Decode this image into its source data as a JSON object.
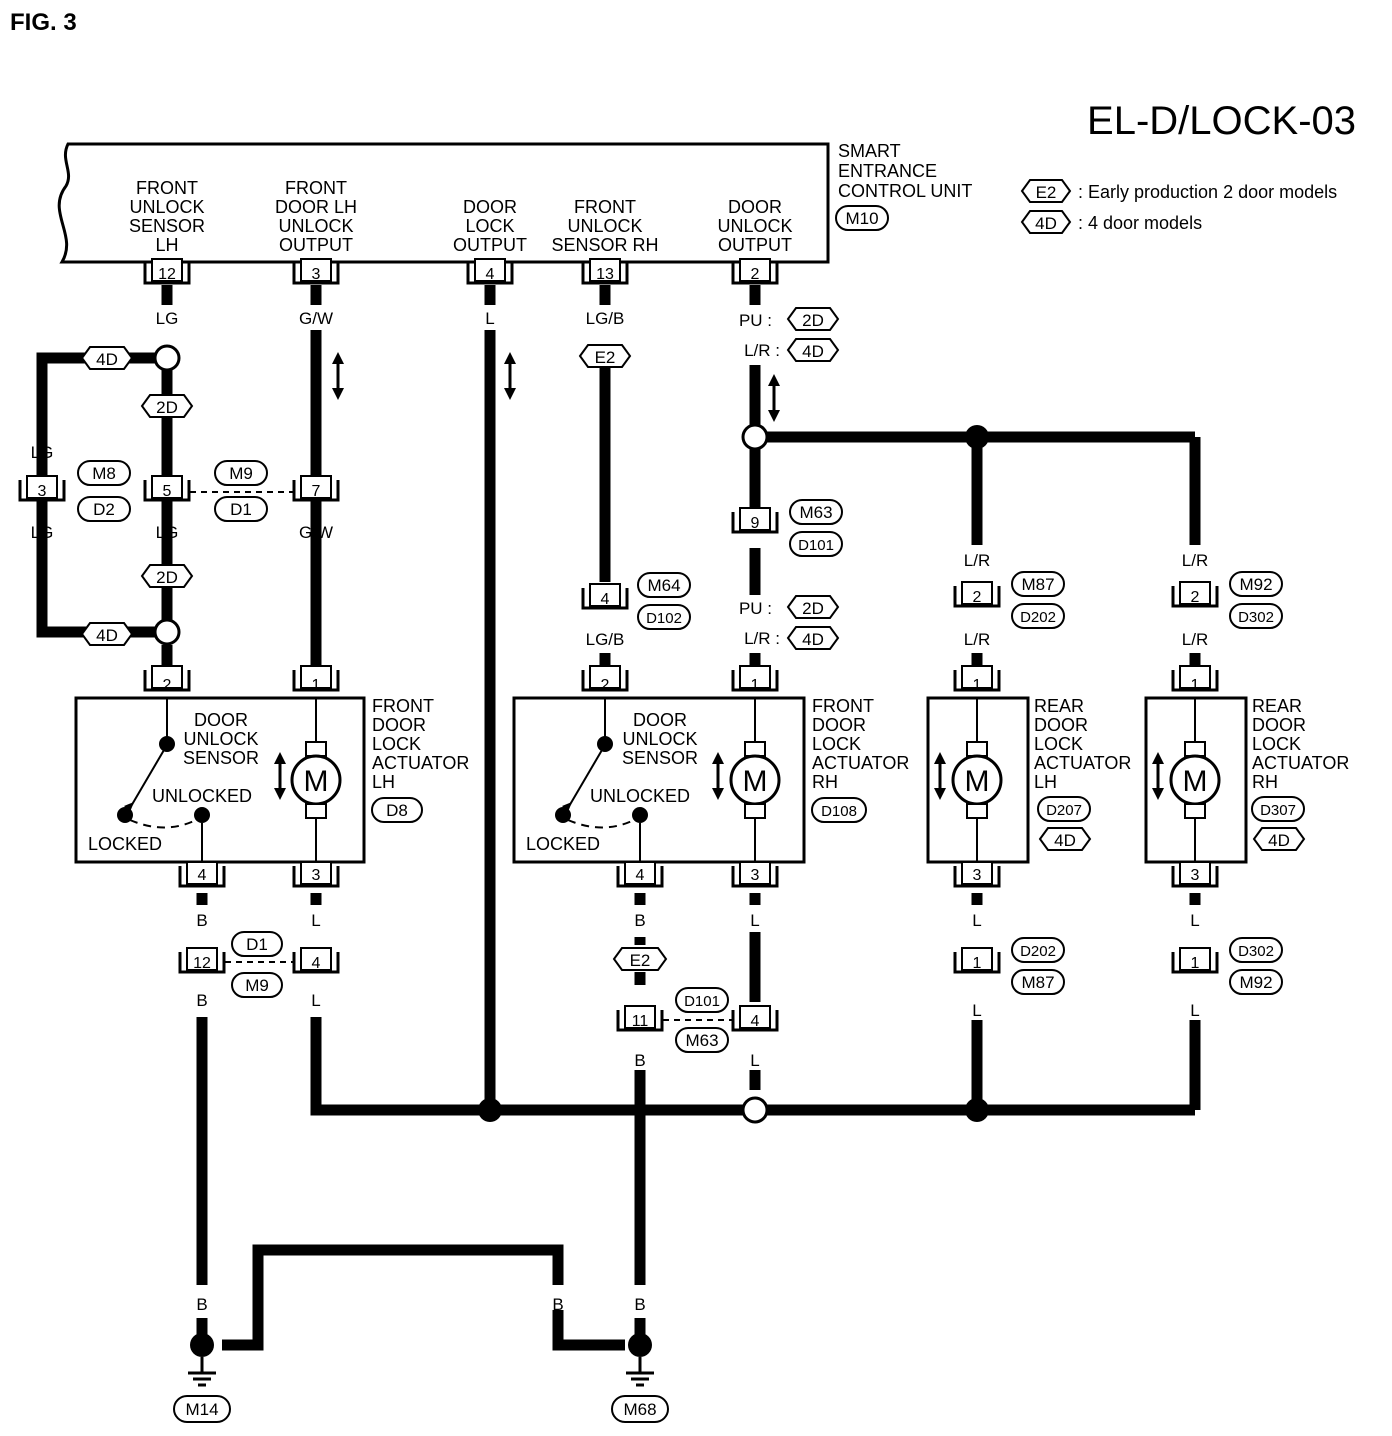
{
  "figure_label": "FIG. 3",
  "diagram_code": "EL-D/LOCK-03",
  "control_unit": {
    "name_lines": [
      "SMART",
      "ENTRANCE",
      "CONTROL UNIT"
    ],
    "connector": "M10",
    "terminals": [
      {
        "pin": "12",
        "lines": [
          "FRONT",
          "UNLOCK",
          "SENSOR",
          "LH"
        ]
      },
      {
        "pin": "3",
        "lines": [
          "FRONT",
          "DOOR LH",
          "UNLOCK",
          "OUTPUT"
        ]
      },
      {
        "pin": "4",
        "lines": [
          "DOOR",
          "LOCK",
          "OUTPUT"
        ]
      },
      {
        "pin": "13",
        "lines": [
          "FRONT",
          "UNLOCK",
          "SENSOR RH"
        ]
      },
      {
        "pin": "2",
        "lines": [
          "DOOR",
          "UNLOCK",
          "OUTPUT"
        ]
      }
    ]
  },
  "legend": [
    {
      "tag": "E2",
      "text": ": Early production 2 door models"
    },
    {
      "tag": "4D",
      "text": ": 4 door models"
    }
  ],
  "option_tags": {
    "two_door": "2D",
    "four_door": "4D",
    "early_2d": "E2"
  },
  "wire_colors": {
    "lg": "LG",
    "gw": "G/W",
    "l": "L",
    "lgb": "LG/B",
    "pu": "PU",
    "lr": "L/R",
    "b": "B",
    "pu_sep": "PU :",
    "lr_sep": "L/R :"
  },
  "connectors": {
    "m8": "M8",
    "d2": "D2",
    "m9": "M9",
    "d1": "D1",
    "m63": "M63",
    "d101": "D101",
    "m64": "M64",
    "d102": "D102",
    "m87": "M87",
    "d202": "D202",
    "m92": "M92",
    "d302": "D302",
    "d8": "D8",
    "d108": "D108",
    "d207": "D207",
    "d307": "D307",
    "m14": "M14",
    "m68": "M68"
  },
  "pins": {
    "p1": "1",
    "p2": "2",
    "p3": "3",
    "p4": "4",
    "p5": "5",
    "p7": "7",
    "p9": "9",
    "p11": "11",
    "p12": "12"
  },
  "actuators": {
    "front_lh": [
      "FRONT",
      "DOOR",
      "LOCK",
      "ACTUATOR",
      "LH"
    ],
    "front_rh": [
      "FRONT",
      "DOOR",
      "LOCK",
      "ACTUATOR",
      "RH"
    ],
    "rear_lh": [
      "REAR",
      "DOOR",
      "LOCK",
      "ACTUATOR",
      "LH"
    ],
    "rear_rh": [
      "REAR",
      "DOOR",
      "LOCK",
      "ACTUATOR",
      "RH"
    ]
  },
  "sensor_labels": {
    "name": [
      "DOOR",
      "UNLOCK",
      "SENSOR"
    ],
    "unlocked": "UNLOCKED",
    "locked": "LOCKED"
  },
  "motor_symbol": "M"
}
